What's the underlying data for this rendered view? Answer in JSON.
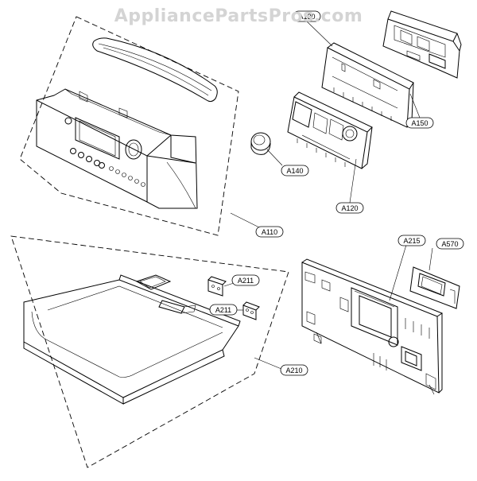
{
  "watermark": "AppliancePartsPros.com",
  "callouts": {
    "a130": "A130",
    "a150": "A150",
    "a140": "A140",
    "a120": "A120",
    "a110": "A110",
    "a215": "A215",
    "a570": "A570",
    "a211_top": "A211",
    "a211_bottom": "A211",
    "a210": "A210"
  }
}
